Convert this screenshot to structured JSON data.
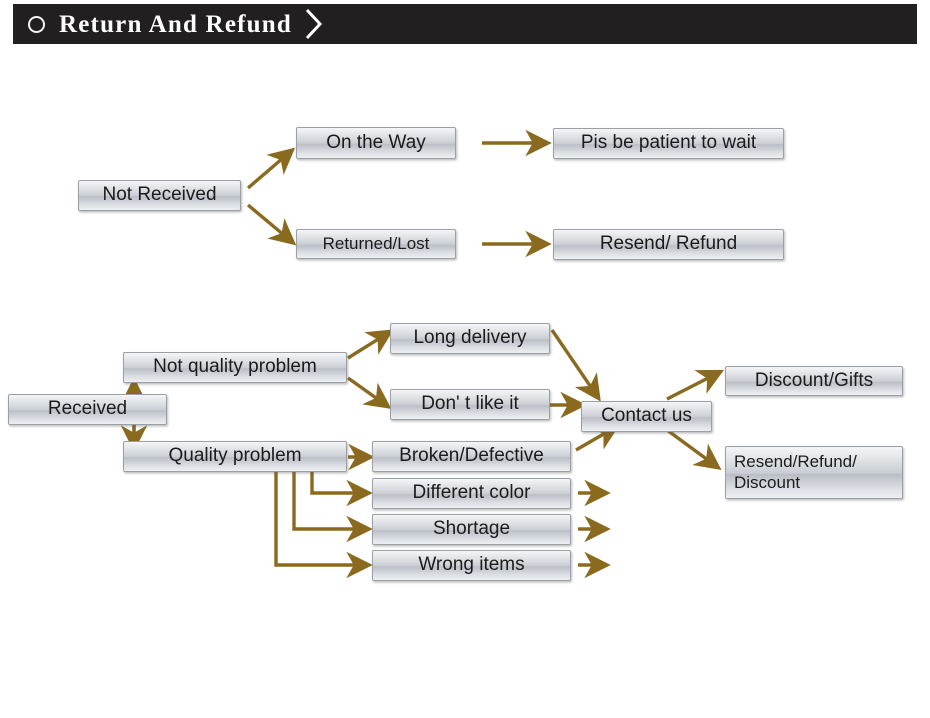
{
  "header": {
    "title": "Return And Refund",
    "circle_icon": "circle-outline-icon",
    "chevron_icon": "chevron-right-icon",
    "background_color": "#211f20",
    "text_color": "#ffffff"
  },
  "theme": {
    "arrow_color": "#8a6a1e",
    "node_border_color": "#9aa0a6",
    "node_text_color": "#1b1b1b",
    "page_background": "#ffffff"
  },
  "sections": [
    {
      "id": "not-received-flow",
      "nodes": {
        "root": "Not Received",
        "branch_top": "On the Way",
        "branch_bottom": "Returned/Lost",
        "result_top": "Pis be patient to wait",
        "result_bottom": "Resend/ Refund"
      }
    },
    {
      "id": "received-flow",
      "nodes": {
        "root": "Received",
        "branch_top": "Not quality problem",
        "branch_bottom": "Quality problem",
        "not_quality_children": [
          "Long delivery",
          "Don' t like it"
        ],
        "quality_children": [
          "Broken/Defective",
          "Different color",
          "Shortage",
          "Wrong items"
        ],
        "hub": "Contact us",
        "outcomes": [
          "Discount/Gifts",
          "Resend/Refund/ Discount"
        ],
        "outcome_two_line": {
          "line1": "Resend/Refund/",
          "line2": "Discount"
        }
      }
    }
  ]
}
